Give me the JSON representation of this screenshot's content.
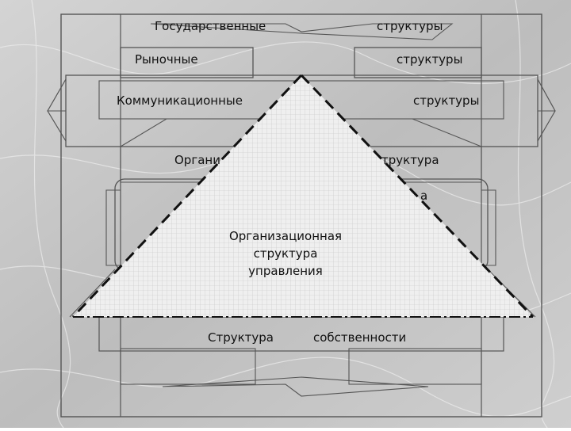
{
  "labels": {
    "state_left": "Государственные",
    "state_right": "структуры",
    "market_left": "Рыночные",
    "market_right": "структуры",
    "comm_left": "Коммуникационные",
    "comm_right": "структуры",
    "org_left": "Органи",
    "org_right": "труктура",
    "partial_a": "а",
    "ownership_left": "Структура",
    "ownership_right": "собственности"
  },
  "center": {
    "line1": "Организационная",
    "line2": "структура",
    "line3": "управления"
  },
  "colors": {
    "background": "#c9c9c9",
    "triangle_fill": "#ededed",
    "grid": "#c4c4c4",
    "lines": "#555555",
    "dash": "#111111"
  }
}
